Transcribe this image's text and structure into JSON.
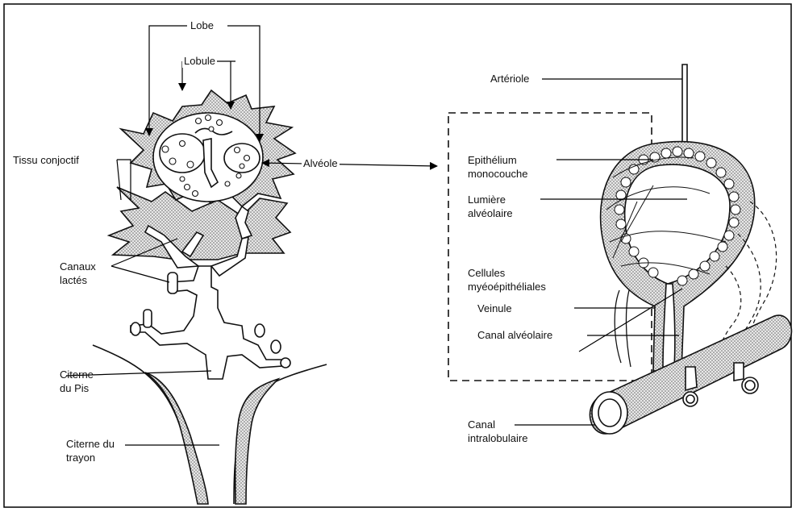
{
  "labels": {
    "lobe": "Lobe",
    "lobule": "Lobule",
    "tissu_conjonctif": "Tissu conjoctif",
    "alveole": "Alvéole",
    "canaux_lactes": [
      "Canaux",
      "lactés"
    ],
    "citerne_pis": [
      "Citerne",
      "du Pis"
    ],
    "citerne_trayon": [
      "Citerne du",
      "trayon"
    ],
    "arteriole": "Artériole",
    "epithelium": [
      "Epithélium",
      "monocouche"
    ],
    "lumiere": [
      "Lumière",
      "alvéolaire"
    ],
    "cellules": [
      "Cellules",
      "myéoépithéliales"
    ],
    "veinule": "Veinule",
    "canal_alveolaire": "Canal alvéolaire",
    "canal_intralobulaire": [
      "Canal",
      "intralobulaire"
    ]
  }
}
